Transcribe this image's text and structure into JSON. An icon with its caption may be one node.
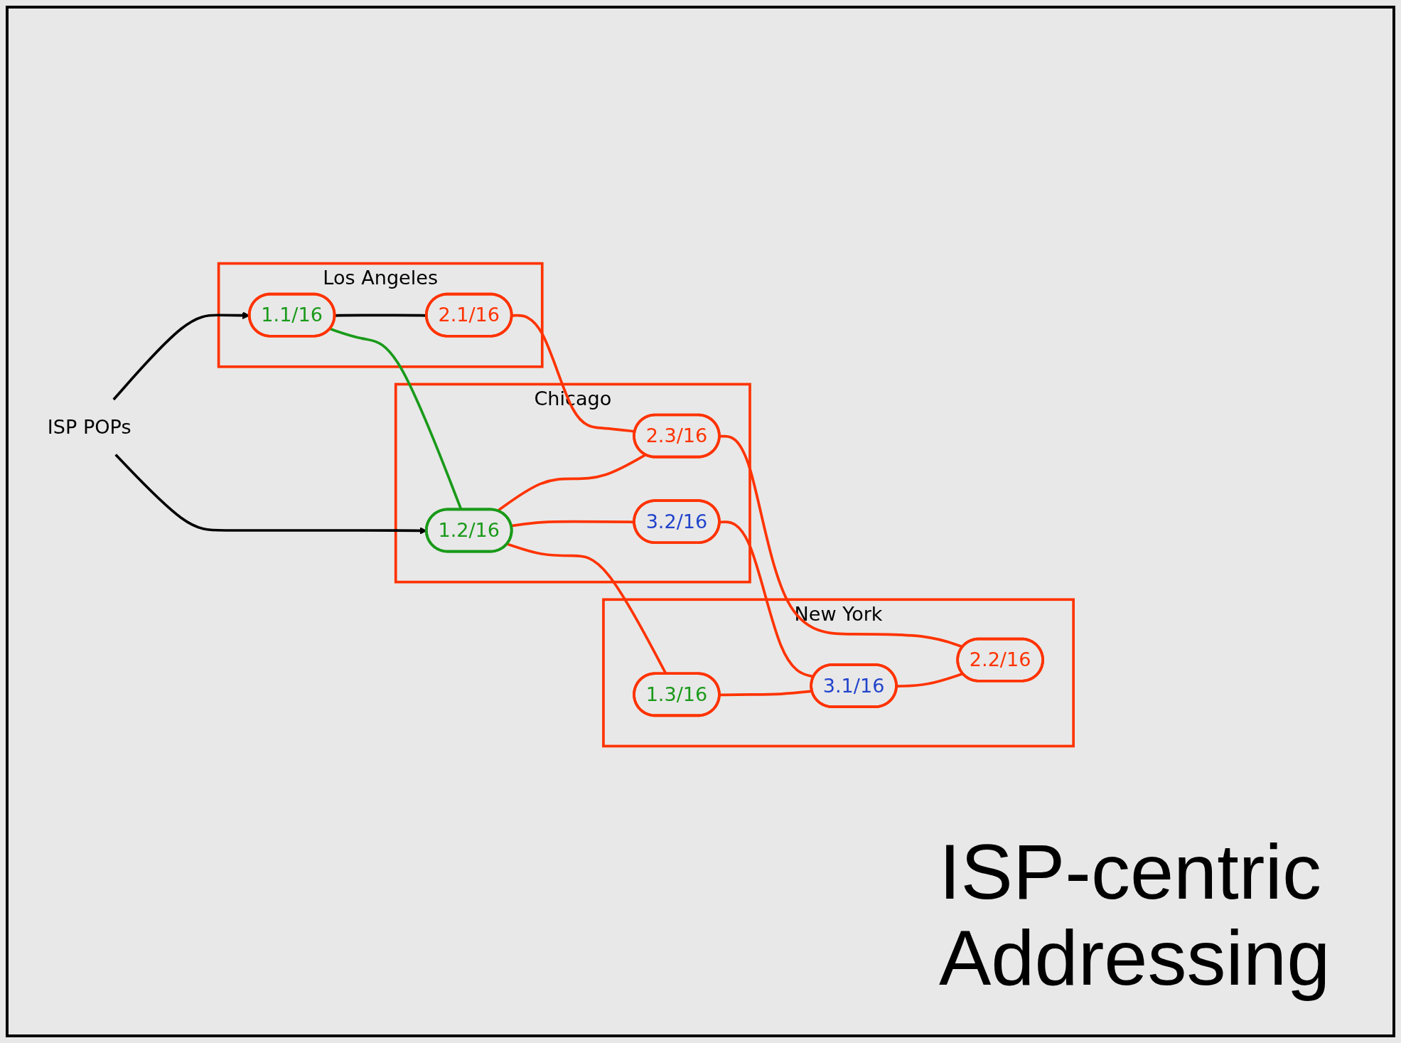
{
  "diagram": {
    "title": "ISP-centric Addressing",
    "nodes": [
      {
        "text": [
          "Los Angeles"
        ]
      },
      {
        "text": [
          "1.1/16"
        ],
        "in": 0
      },
      {
        "text": [
          "2.1/16"
        ],
        "in": 0
      },
      {
        "text": [
          "Chicago"
        ]
      },
      {
        "text": [
          "1.2/16"
        ],
        "in": 3
      },
      {
        "text": [
          "3.2/16"
        ],
        "in": 3
      },
      {
        "text": [
          "2.3/16"
        ],
        "in": 3
      },
      {
        "text": [
          "New York"
        ]
      },
      {
        "text": [
          "3.1/16"
        ],
        "in": 7
      },
      {
        "text": [
          "1.3/16"
        ],
        "in": 7
      },
      {
        "text": [
          "2.2/16"
        ],
        "in": 7
      },
      {
        "text": [
          "ISP POPs"
        ]
      }
    ],
    "edges": [
      {
        "from": 11,
        "to": 1,
        "arrow": "to",
        "color": "#000000"
      },
      {
        "from": 11,
        "to": 4,
        "arrow": "to",
        "color": "#000000"
      },
      {
        "from": 1,
        "to": 2,
        "arrow": "none",
        "color": "#000000"
      },
      {
        "from": 1,
        "to": 4,
        "arrow": "none",
        "color": "#1a9a1a"
      },
      {
        "from": 2,
        "to": 6,
        "arrow": "none"
      },
      {
        "from": 4,
        "to": 5,
        "arrow": "none"
      },
      {
        "from": 4,
        "to": 6,
        "arrow": "none"
      },
      {
        "from": 4,
        "to": 9,
        "arrow": "none"
      },
      {
        "from": 5,
        "to": 8,
        "arrow": "none"
      },
      {
        "from": 6,
        "to": 10,
        "arrow": "none"
      },
      {
        "from": 9,
        "to": 8,
        "arrow": "none"
      },
      {
        "from": 8,
        "to": 10,
        "arrow": "none"
      }
    ]
  }
}
